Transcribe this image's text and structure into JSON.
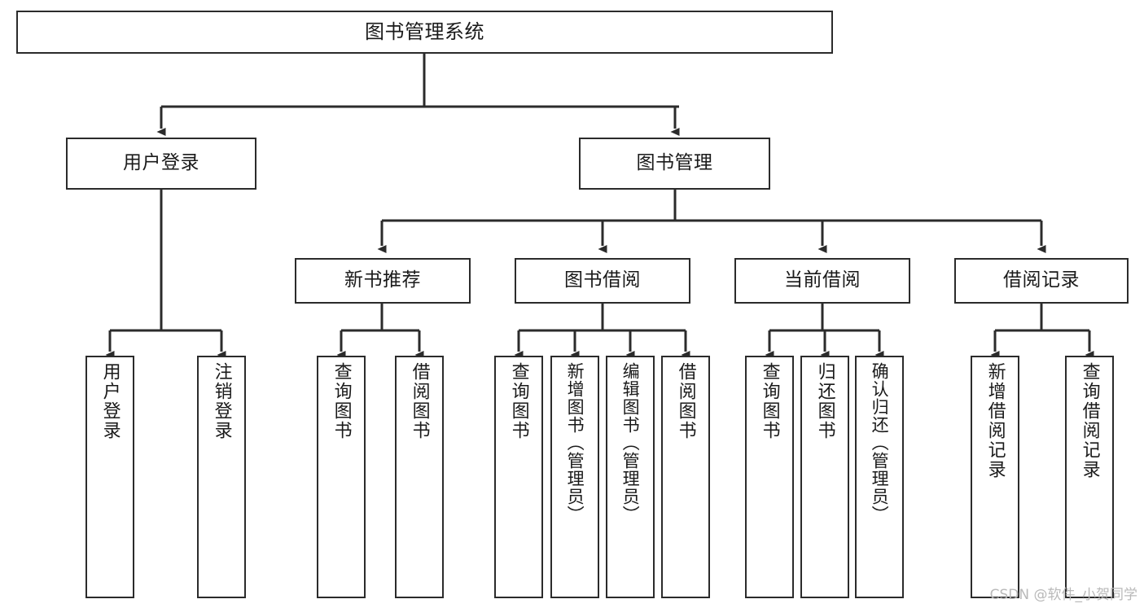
{
  "diagram": {
    "title": "图书管理系统",
    "type": "tree-hierarchy-chart",
    "watermark": "CSDN @软件_小贺同学",
    "colors": {
      "box_stroke": "#2b2b2b",
      "box_fill": "#ffffff",
      "edge": "#2b2b2b",
      "text": "#1a1a1a",
      "watermark": "#b9b9b9",
      "background": "#ffffff"
    },
    "root": {
      "id": "root",
      "label": "图书管理系统"
    },
    "level2": [
      {
        "id": "user-login",
        "label": "用户登录"
      },
      {
        "id": "book-manage",
        "label": "图书管理"
      }
    ],
    "level3": [
      {
        "id": "new-book-recommend",
        "label": "新书推荐"
      },
      {
        "id": "book-borrow",
        "label": "图书借阅"
      },
      {
        "id": "current-borrow",
        "label": "当前借阅"
      },
      {
        "id": "borrow-record",
        "label": "借阅记录"
      }
    ],
    "leaves": {
      "user_login": [
        {
          "id": "leaf-user-login",
          "label": "用户登录"
        },
        {
          "id": "leaf-logout-login",
          "label": "注销登录"
        }
      ],
      "new_book_recommend": [
        {
          "id": "leaf-query-book-1",
          "label": "查询图书"
        },
        {
          "id": "leaf-borrow-book-1",
          "label": "借阅图书"
        }
      ],
      "book_borrow": [
        {
          "id": "leaf-query-book-2",
          "label": "查询图书"
        },
        {
          "id": "leaf-add-book",
          "label": "新增图书（管理员）"
        },
        {
          "id": "leaf-edit-book",
          "label": "编辑图书（管理员）"
        },
        {
          "id": "leaf-borrow-book-2",
          "label": "借阅图书"
        }
      ],
      "current_borrow": [
        {
          "id": "leaf-query-book-3",
          "label": "查询图书"
        },
        {
          "id": "leaf-return-book",
          "label": "归还图书"
        },
        {
          "id": "leaf-confirm-return",
          "label": "确认归还（管理员）"
        }
      ],
      "borrow_record": [
        {
          "id": "leaf-add-record",
          "label": "新增借阅记录"
        },
        {
          "id": "leaf-query-record",
          "label": "查询借阅记录"
        }
      ]
    }
  }
}
